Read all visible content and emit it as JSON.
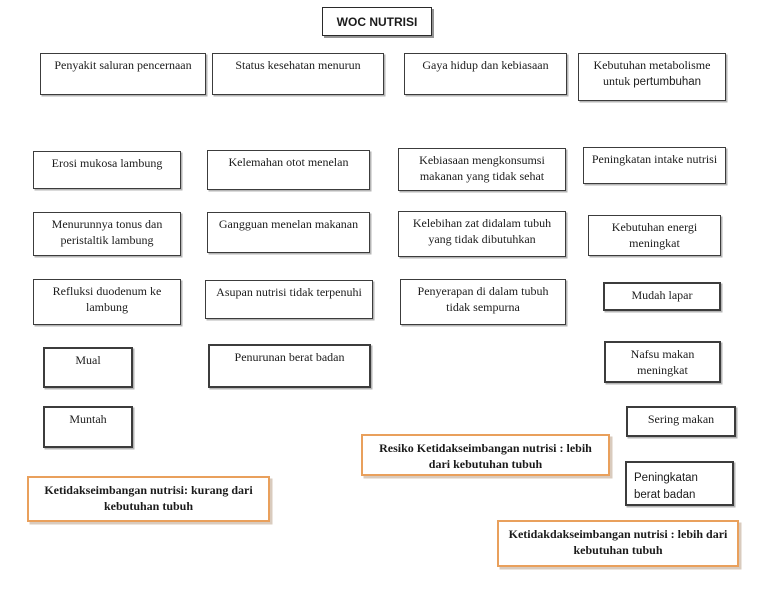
{
  "diagram": {
    "title_box": {
      "label": "WOC NUTRISI"
    },
    "nodes": {
      "penyakit_saluran": {
        "label": "Penyakit saluran pencernaan"
      },
      "status_kesehatan": {
        "label": "Status kesehatan menurun"
      },
      "gaya_hidup": {
        "label": "Gaya hidup dan kebiasaan"
      },
      "kebutuhan_metabolisme": {
        "label_serif": "Kebutuhan metabolisme untuk",
        "label_sans": "pertumbuhan"
      },
      "erosi_mukosa": {
        "label": "Erosi mukosa lambung"
      },
      "kelemahan_otot": {
        "label": "Kelemahan otot menelan"
      },
      "kebiasaan_mengkonsumsi": {
        "label": "Kebiasaan mengkonsumsi makanan yang tidak sehat"
      },
      "peningkatan_intake": {
        "label": "Peningkatan intake nutrisi"
      },
      "menurunnya_tonus": {
        "label": "Menurunnya tonus dan peristaltik lambung"
      },
      "gangguan_menelan": {
        "label": "Gangguan menelan makanan"
      },
      "kelebihan_zat": {
        "label": "Kelebihan zat didalam tubuh yang tidak dibutuhkan"
      },
      "kebutuhan_energi": {
        "label": "Kebutuhan energi meningkat"
      },
      "refluksi_duodenum": {
        "label": "Refluksi duodenum ke lambung"
      },
      "asupan_nutrisi": {
        "label": "Asupan nutrisi tidak terpenuhi"
      },
      "penyerapan_tubuh": {
        "label": "Penyerapan di dalam tubuh tidak sempurna"
      },
      "mudah_lapar": {
        "label": "Mudah lapar"
      },
      "mual": {
        "label": "Mual"
      },
      "penurunan_berat": {
        "label": "Penurunan berat badan"
      },
      "nafsu_makan": {
        "label": "Nafsu makan meningkat"
      },
      "muntah": {
        "label": "Muntah"
      },
      "sering_makan": {
        "label": "Sering makan"
      },
      "peningkatan_berat": {
        "label": "Peningkatan berat badan"
      },
      "resiko_lebih": {
        "label": "Resiko Ketidakseimbangan nutrisi : lebih dari kebutuhan tubuh"
      },
      "ketidakseimbangan_kurang": {
        "label": "Ketidakseimbangan nutrisi: kurang dari kebutuhan tubuh"
      },
      "ketidakseimbangan_lebih": {
        "label": "Ketidakdakseimbangan nutrisi : lebih dari kebutuhan tubuh"
      }
    },
    "colors": {
      "box_border": "#3c3c3c",
      "highlight_border": "#e9a05c",
      "text": "#1b1b1b",
      "background": "#ffffff"
    }
  }
}
